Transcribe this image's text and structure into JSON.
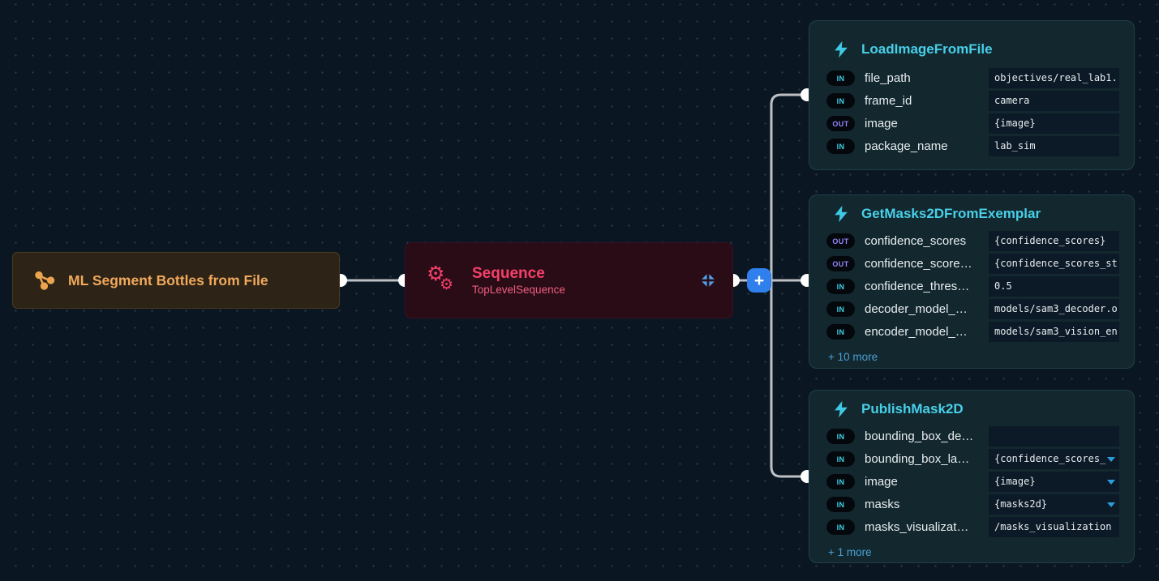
{
  "canvas": {
    "background": "#0a1621",
    "wire_color": "#bdc1c5",
    "accent_cyan": "#48cfe9",
    "accent_pink": "#f4406a",
    "accent_amber": "#f1a95c",
    "accent_blue": "#2f80ed",
    "link_blue": "#4b9fd6",
    "badge_in_color": "#3fd0e8",
    "badge_out_color": "#9a86ff"
  },
  "plus_button": {
    "label": "+",
    "icon": "plus-icon"
  },
  "nodes": {
    "ml_segment": {
      "title": "ML Segment Bottles from File",
      "icon": "graph-icon"
    },
    "sequence": {
      "title": "Sequence",
      "subtitle": "TopLevelSequence",
      "icon": "gears-icon",
      "gear_glyph": "⚙",
      "collapse_icon": "collapse-icon"
    },
    "load_image": {
      "title": "LoadImageFromFile",
      "icon": "lightning-icon",
      "rows": [
        {
          "dir": "IN",
          "label": "file_path",
          "value": "objectives/real_lab1."
        },
        {
          "dir": "IN",
          "label": "frame_id",
          "value": "camera"
        },
        {
          "dir": "OUT",
          "label": "image",
          "value": "{image}"
        },
        {
          "dir": "IN",
          "label": "package_name",
          "value": "lab_sim"
        }
      ]
    },
    "get_masks": {
      "title": "GetMasks2DFromExemplar",
      "icon": "lightning-icon",
      "rows": [
        {
          "dir": "OUT",
          "label": "confidence_scores",
          "value": "{confidence_scores}"
        },
        {
          "dir": "OUT",
          "label": "confidence_score…",
          "value": "{confidence_scores_st"
        },
        {
          "dir": "IN",
          "label": "confidence_thres…",
          "value": "0.5"
        },
        {
          "dir": "IN",
          "label": "decoder_model_…",
          "value": "models/sam3_decoder.o"
        },
        {
          "dir": "IN",
          "label": "encoder_model_…",
          "value": "models/sam3_vision_en"
        }
      ],
      "more": "+ 10 more"
    },
    "publish_mask": {
      "title": "PublishMask2D",
      "icon": "lightning-icon",
      "rows": [
        {
          "dir": "IN",
          "label": "bounding_box_de…",
          "value": ""
        },
        {
          "dir": "IN",
          "label": "bounding_box_la…",
          "value": "{confidence_scores_"
        },
        {
          "dir": "IN",
          "label": "image",
          "value": "{image}"
        },
        {
          "dir": "IN",
          "label": "masks",
          "value": "{masks2d}"
        },
        {
          "dir": "IN",
          "label": "masks_visualizat…",
          "value": "/masks_visualization"
        }
      ],
      "more": "+ 1 more"
    }
  }
}
